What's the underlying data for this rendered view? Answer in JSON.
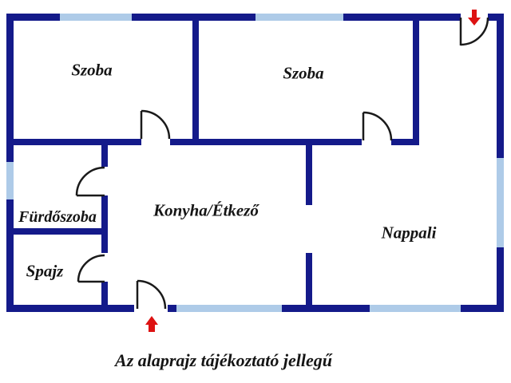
{
  "floor_plan": {
    "rooms": [
      {
        "id": "szoba-1",
        "label": "Szoba"
      },
      {
        "id": "szoba-2",
        "label": "Szoba"
      },
      {
        "id": "furdoszoba",
        "label": "Fürdőszoba"
      },
      {
        "id": "spajz",
        "label": "Spajz"
      },
      {
        "id": "konyha-etkezo",
        "label": "Konyha/Étkező"
      },
      {
        "id": "nappali",
        "label": "Nappali"
      }
    ],
    "caption": "Az alaprajz tájékoztató jellegű",
    "entrances": [
      {
        "id": "top-entrance",
        "marker": "red-arrow-down"
      },
      {
        "id": "bottom-entrance",
        "marker": "red-arrow-up"
      }
    ],
    "colors": {
      "wall": "#141a8a",
      "window": "#aecbe8",
      "door": "#1a1a1a",
      "arrow": "#dd1212",
      "label": "#151515",
      "background": "#ffffff"
    }
  }
}
